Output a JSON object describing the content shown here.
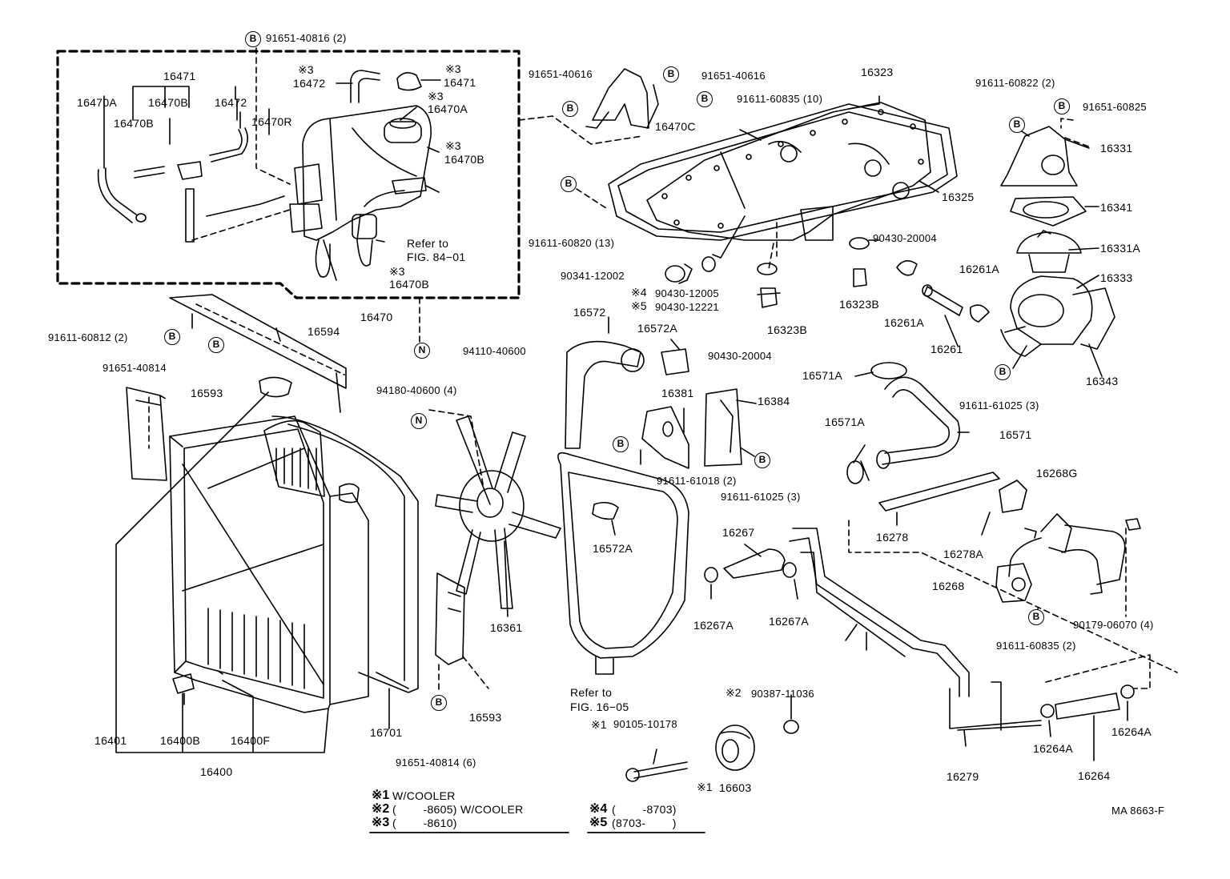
{
  "markers": {
    "bolt": "B",
    "nut": "N"
  },
  "labels": {
    "p91651_40816_2": "91651-40816 (2)",
    "p16471_a": "16471",
    "p16470A_a": "16470A",
    "p16470B_a": "16470B",
    "p16470B_b": "16470B",
    "p16472_a": "16472",
    "p16470R": "16470R",
    "p16472_b": "16472",
    "p16471_b": "16471",
    "p16470A_b": "16470A",
    "p16470B_c": "16470B",
    "refer_fig84_1": "Refer to",
    "refer_fig84_2": "FIG. 84−01",
    "p16470B_d": "16470B",
    "p16470": "16470",
    "p94110_40600": "94110-40600",
    "p91651_40616_a": "91651-40616",
    "p91651_40616_b": "91651-40616",
    "p16470C": "16470C",
    "p16323": "16323",
    "p91611_60835_10": "91611-60835 (10)",
    "p16325": "16325",
    "p91611_60820_13": "91611-60820 (13)",
    "p90430_20004_a": "90430-20004",
    "p91611_60822_2": "91611-60822 (2)",
    "p91651_60825": "91651-60825",
    "p16331": "16331",
    "p16341": "16341",
    "p16331A": "16331A",
    "p16333": "16333",
    "p16261A_a": "16261A",
    "p16261A_b": "16261A",
    "p16261": "16261",
    "p16343": "16343",
    "p91611_61025_3_a": "91611-61025 (3)",
    "p90341_12002": "90341-12002",
    "p90430_12005": "90430-12005",
    "p90430_12221": "90430-12221",
    "p16323B_a": "16323B",
    "p16323B_b": "16323B",
    "p90430_20004_b": "90430-20004",
    "p16572": "16572",
    "p16572A_a": "16572A",
    "p16572A_b": "16572A",
    "p16381": "16381",
    "p16384": "16384",
    "p91611_61018_2": "91611-61018 (2)",
    "p91611_61025_3_b": "91611-61025 (3)",
    "p16571A_a": "16571A",
    "p16571A_b": "16571A",
    "p16571": "16571",
    "p91611_60812_2": "91611-60812 (2)",
    "p91651_40814": "91651-40814",
    "p16594": "16594",
    "p16593_a": "16593",
    "p94180_40600_4": "94180-40600 (4)",
    "p16361": "16361",
    "p16593_b": "16593",
    "p91651_40814_6": "91651-40814 (6)",
    "p16401": "16401",
    "p16400B": "16400B",
    "p16400F": "16400F",
    "p16400": "16400",
    "p16701": "16701",
    "refer_fig16_1": "Refer to",
    "refer_fig16_2": "FIG. 16−05",
    "p90105_10178": "90105-10178",
    "p90387_11036": "90387-11036",
    "p16603": "16603",
    "p16267": "16267",
    "p16267A_a": "16267A",
    "p16267A_b": "16267A",
    "p16268G": "16268G",
    "p16278": "16278",
    "p16278A": "16278A",
    "p16268": "16268",
    "p90179_06070_4": "90179-06070 (4)",
    "p91611_60835_2": "91611-60835 (2)",
    "p16279": "16279",
    "p16264A_a": "16264A",
    "p16264A_b": "16264A",
    "p16264": "16264"
  },
  "qualifiers": {
    "q1": "※1",
    "q2": "※2",
    "q3": "※3",
    "q4": "※4",
    "q5": "※5"
  },
  "legend": {
    "n1": "※1",
    "t1": "W/COOLER",
    "n2": "※2",
    "t2": "(        -8605) W/COOLER",
    "n3": "※3",
    "t3": "(        -8610)",
    "n4": "※4",
    "t4": "(        -8703)",
    "n5": "※5",
    "t5": "(8703-        )"
  },
  "figure_code": "MA 8663-F"
}
